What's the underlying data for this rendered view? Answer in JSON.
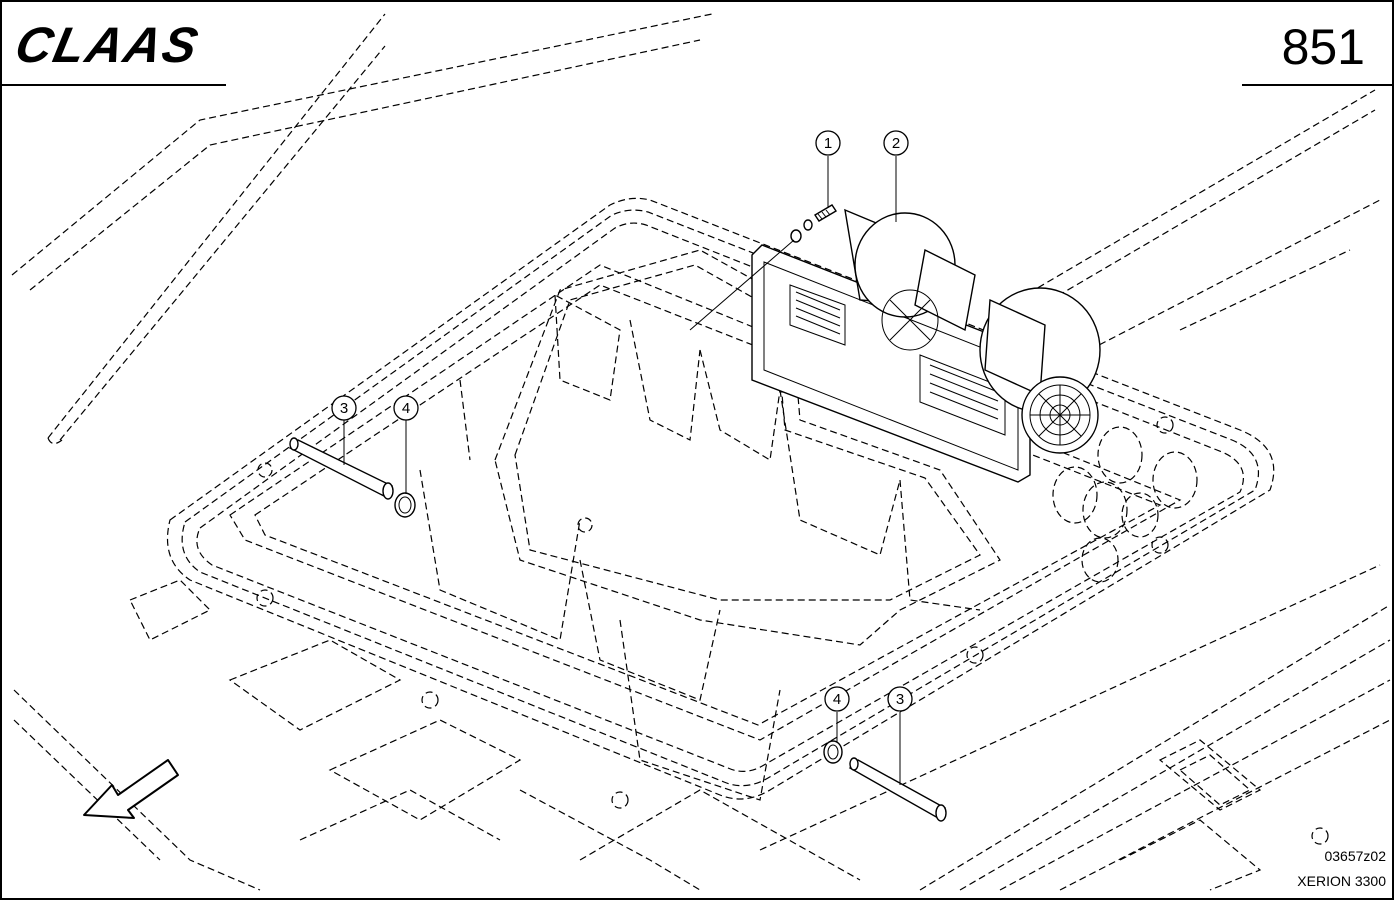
{
  "header": {
    "brand": "CLAAS",
    "page_number": "851"
  },
  "callouts": [
    {
      "id": "c1",
      "label": "1"
    },
    {
      "id": "c2",
      "label": "2"
    },
    {
      "id": "c3a",
      "label": "3"
    },
    {
      "id": "c4a",
      "label": "4"
    },
    {
      "id": "c4b",
      "label": "4"
    },
    {
      "id": "c3b",
      "label": "3"
    }
  ],
  "footer": {
    "drawing_code": "03657z02",
    "model": "XERION 3300"
  }
}
